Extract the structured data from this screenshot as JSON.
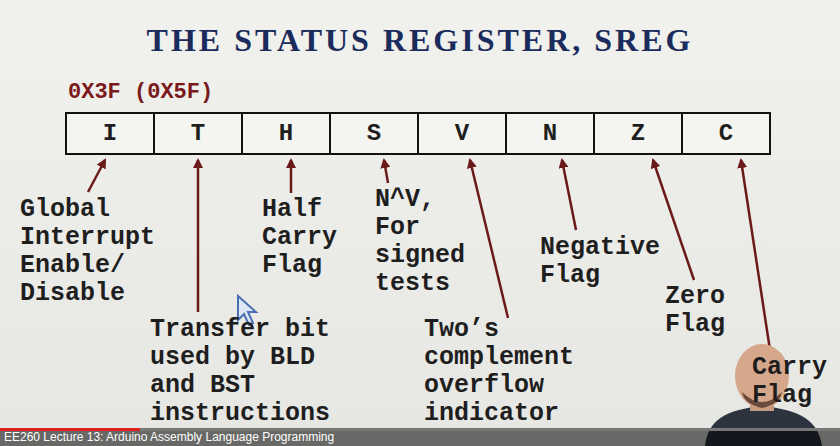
{
  "diagram": {
    "title": "THE STATUS REGISTER, SREG",
    "nodes": [
      {
        "text": [
          "I"
        ]
      },
      {
        "text": [
          "T"
        ]
      },
      {
        "text": [
          "H"
        ]
      },
      {
        "text": [
          "S"
        ]
      },
      {
        "text": [
          "V"
        ]
      },
      {
        "text": [
          "N"
        ]
      },
      {
        "text": [
          "Z"
        ]
      },
      {
        "text": [
          "C"
        ]
      }
    ],
    "labels": [
      "0X3F (0X5F)",
      "Global Interrupt Enable/ Disable",
      "Transfer bit used by BLD and BST instructions",
      "Half Carry Flag",
      "N^V, For signed tests",
      "Two’s complement overflow indicator",
      "Negative Flag",
      "Zero Flag",
      "Carry Flag",
      "EE260 Lecture 13: Arduino Assembly Language Programming"
    ]
  }
}
